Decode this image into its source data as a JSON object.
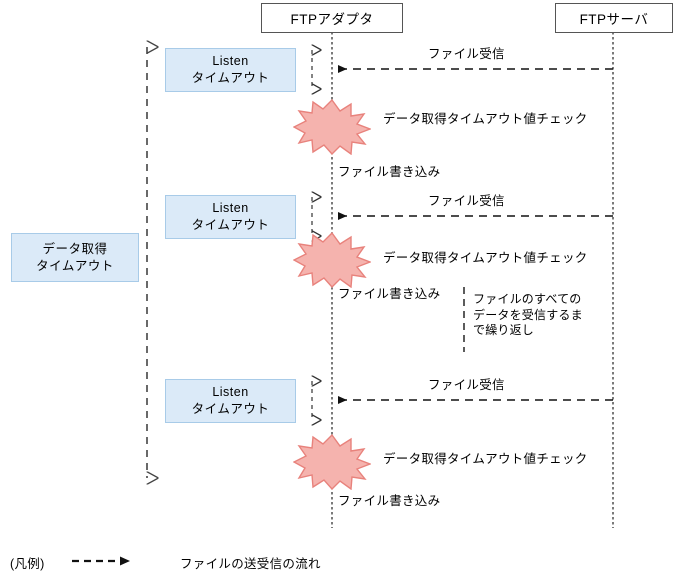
{
  "diagram": {
    "type": "sequence-diagram",
    "participants": [
      {
        "id": "ftp-adapter",
        "label": "FTPアダプタ"
      },
      {
        "id": "ftp-server",
        "label": "FTPサーバ"
      }
    ],
    "overall_timer": {
      "label_line1": "データ取得",
      "label_line2": "タイムアウト",
      "span_arrow": "bidirectional-vertical-dashed"
    },
    "cycles": [
      {
        "index": 1,
        "listen_timer": {
          "label_line1": "Listen",
          "label_line2": "タイムアウト"
        },
        "receive_message": "ファイル受信",
        "check_event": "データ取得タイムアウト値チェック",
        "write_action": "ファイル書き込み"
      },
      {
        "index": 2,
        "listen_timer": {
          "label_line1": "Listen",
          "label_line2": "タイムアウト"
        },
        "receive_message": "ファイル受信",
        "check_event": "データ取得タイムアウト値チェック",
        "write_action": "ファイル書き込み"
      },
      {
        "index": 3,
        "listen_timer": {
          "label_line1": "Listen",
          "label_line2": "タイムアウト"
        },
        "receive_message": "ファイル受信",
        "check_event": "データ取得タイムアウト値チェック",
        "write_action": "ファイル書き込み"
      }
    ],
    "repeat_note": {
      "line1": "ファイルのすべての",
      "line2": "データを受信するま",
      "line3": "で繰り返し"
    },
    "legend": {
      "title": "(凡例)",
      "arrow_symbol": "dashed-arrow-right",
      "description": "ファイルの送受信の流れ"
    },
    "colors": {
      "box_fill": "#dbeaf8",
      "box_border": "#a8cbe8",
      "participant_border": "#555555",
      "burst_fill": "#f5b3ae",
      "burst_border": "#e8827c",
      "line": "#444444",
      "lifeline": "#333333"
    }
  }
}
